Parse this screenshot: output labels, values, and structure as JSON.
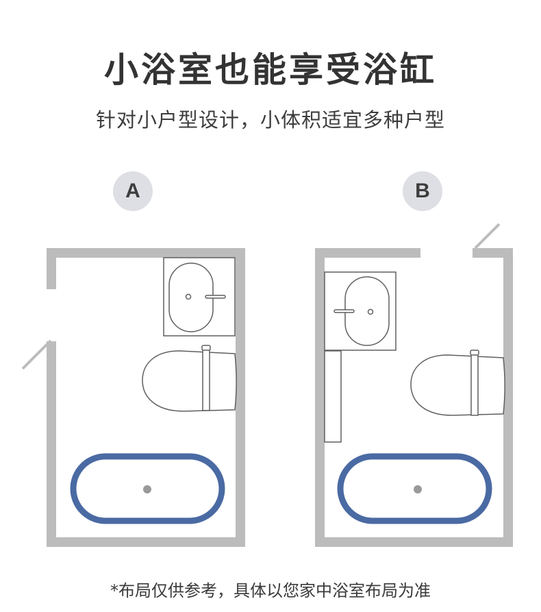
{
  "header": {
    "title": "小浴室也能享受浴缸",
    "subtitle": "针对小户型设计，小体积适宜多种户型"
  },
  "layouts": [
    {
      "label": "A"
    },
    {
      "label": "B"
    }
  ],
  "footnote": "*布局仅供参考，具体以您家中浴室布局为准",
  "colors": {
    "wall": "#bcbcbc",
    "fixture_outline": "#5f5f5f",
    "bathtub": "#4a6aa3",
    "badge_bg": "#dedfe4"
  }
}
